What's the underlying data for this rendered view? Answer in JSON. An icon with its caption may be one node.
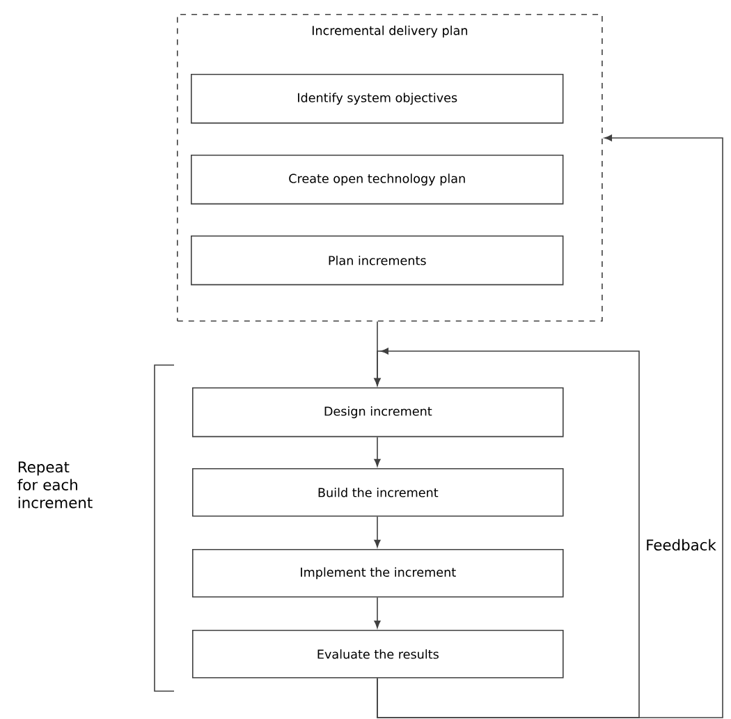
{
  "diagram": {
    "nodes": [
      {
        "text": [
          "Incremental delivery plan"
        ]
      },
      {
        "text": [
          "Identify system objectives"
        ],
        "in": 0
      },
      {
        "text": [
          "Create open technology plan"
        ],
        "in": 0
      },
      {
        "text": [
          "Plan increments"
        ],
        "in": 0
      },
      {
        "text": [
          "Design increment"
        ]
      },
      {
        "text": [
          "Build the increment"
        ]
      },
      {
        "text": [
          "Implement the increment"
        ]
      },
      {
        "text": [
          "Evaluate the results"
        ]
      }
    ],
    "edges": [
      {
        "from": 0,
        "to": 4,
        "arrow": "to"
      },
      {
        "from": 4,
        "to": 5,
        "arrow": "to"
      },
      {
        "from": 5,
        "to": 6,
        "arrow": "to"
      },
      {
        "from": 6,
        "to": 7,
        "arrow": "to"
      },
      {
        "from": 7,
        "to": 4,
        "arrow": "to"
      },
      {
        "from": 7,
        "to": 0,
        "arrow": "to",
        "label": "Feedback"
      }
    ],
    "labels": [
      "Repeat for each increment"
    ]
  }
}
